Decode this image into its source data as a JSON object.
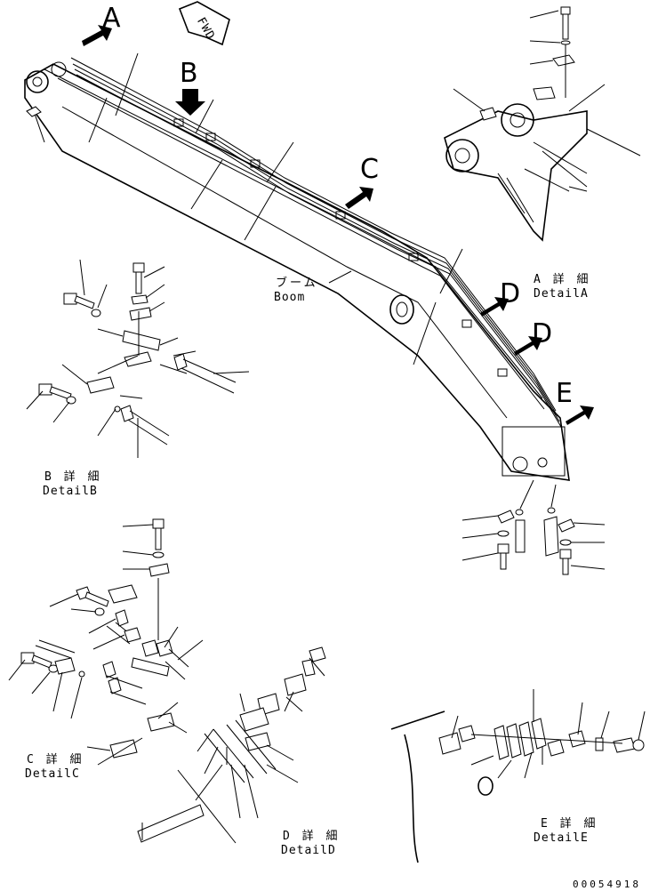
{
  "fwd_label": "FWD",
  "view_letters": {
    "A": "A",
    "B": "B",
    "C": "C",
    "D1": "D",
    "D2": "D",
    "E": "E"
  },
  "boom": {
    "jp": "ブーム",
    "en": "Boom"
  },
  "details": {
    "A": {
      "jp": "A 詳 細",
      "en": "DetailA"
    },
    "B": {
      "jp": "B 詳 細",
      "en": "DetailB"
    },
    "C": {
      "jp": "C 詳 細",
      "en": "DetailC"
    },
    "D": {
      "jp": "D 詳 細",
      "en": "DetailD"
    },
    "E": {
      "jp": "E 詳 細",
      "en": "DetailE"
    }
  },
  "drawing_number": "00054918"
}
